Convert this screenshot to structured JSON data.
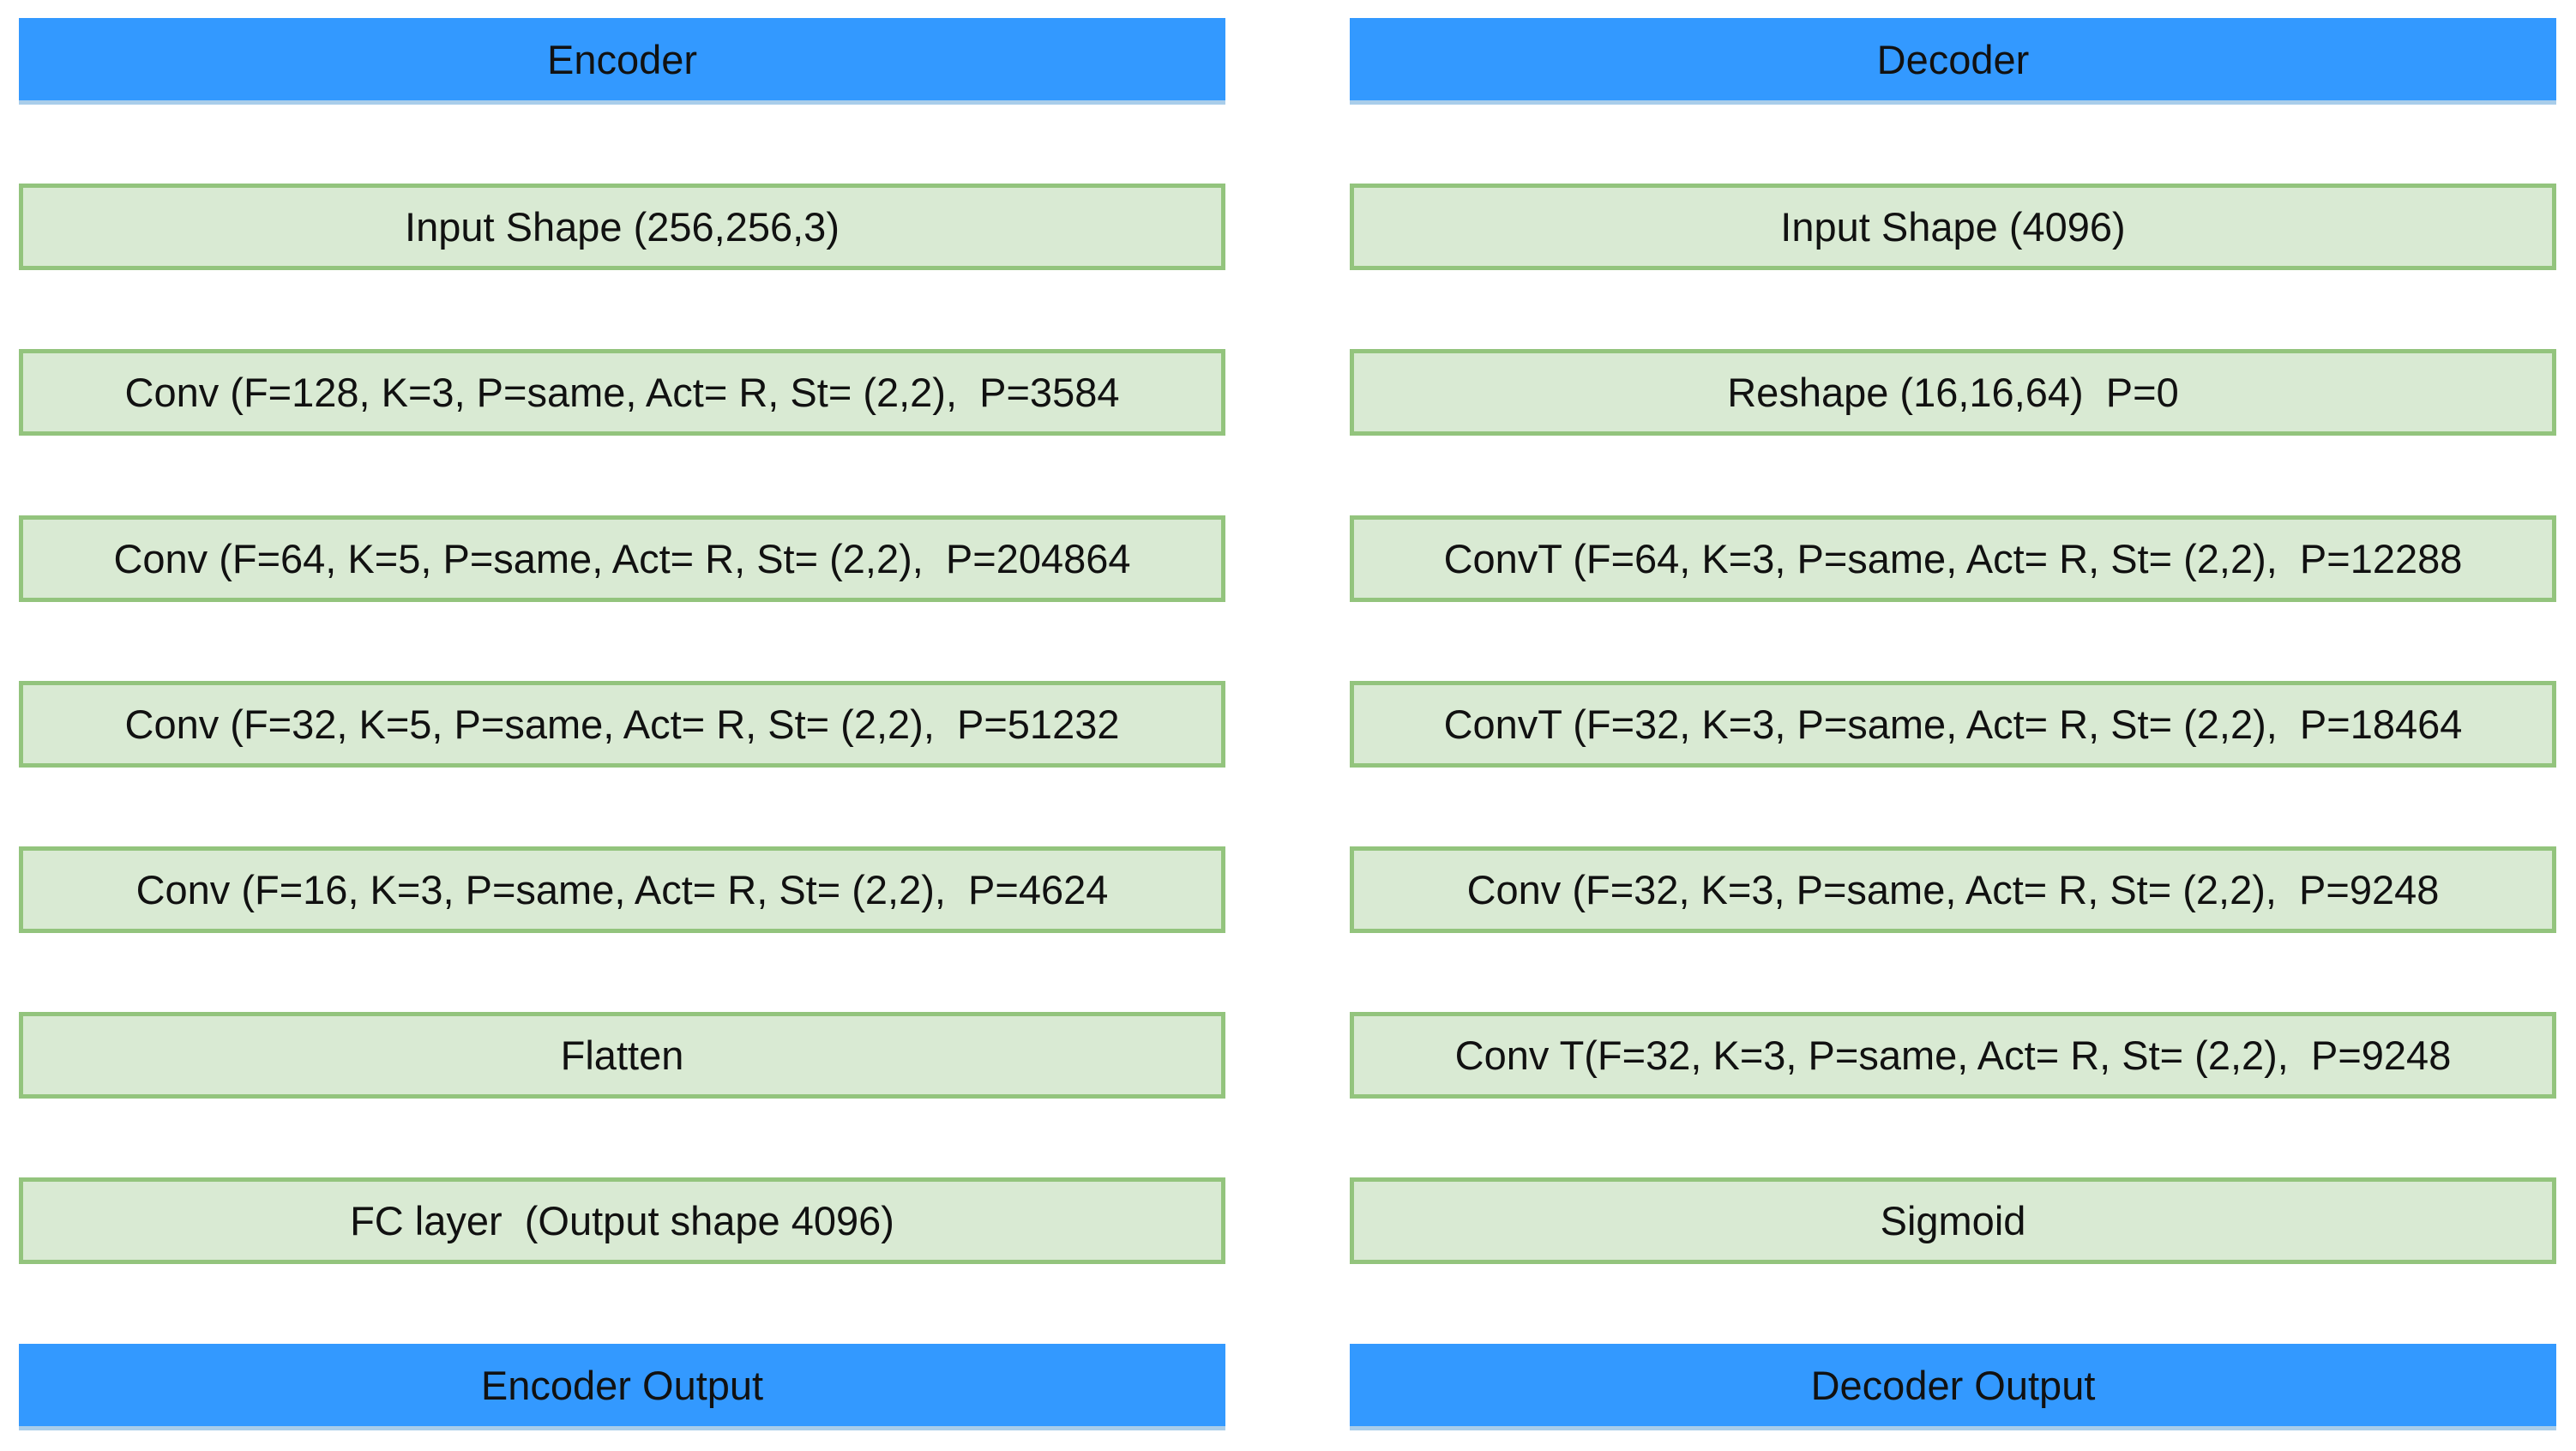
{
  "encoder": {
    "header": "Encoder",
    "layers": [
      "Input Shape (256,256,3)",
      "Conv (F=128, K=3, P=same, Act= R, St= (2,2),  P=3584",
      "Conv (F=64, K=5, P=same, Act= R, St= (2,2),  P=204864",
      "Conv (F=32, K=5, P=same, Act= R, St= (2,2),  P=51232",
      "Conv (F=16, K=3, P=same, Act= R, St= (2,2),  P=4624",
      "Flatten",
      "FC layer  (Output shape 4096)"
    ],
    "footer": "Encoder Output"
  },
  "decoder": {
    "header": "Decoder",
    "layers": [
      "Input Shape (4096)",
      "Reshape (16,16,64)  P=0",
      "ConvT (F=64, K=3, P=same, Act= R, St= (2,2),  P=12288",
      "ConvT (F=32, K=3, P=same, Act= R, St= (2,2),  P=18464",
      "Conv (F=32, K=3, P=same, Act= R, St= (2,2),  P=9248",
      "Conv T(F=32, K=3, P=same, Act= R, St= (2,2),  P=9248",
      "Sigmoid"
    ],
    "footer": "Decoder Output"
  },
  "colors": {
    "header_fill": "#3399ff",
    "layer_fill": "#d9ead3",
    "layer_border": "#93c47d"
  }
}
